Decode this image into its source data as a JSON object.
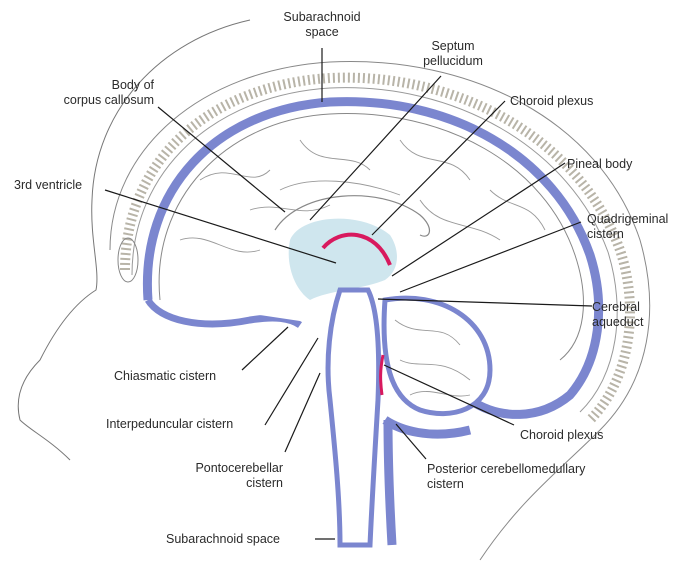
{
  "title": "Sagittal section of brain showing subarachnoid space and cisterns",
  "colors": {
    "csf_blue": "#7b86cf",
    "ventricle_light_blue": "#cfe6ee",
    "choroid_plexus_red": "#d8195e",
    "outline": "#6e6e6e",
    "leader_line": "#1a1a1a"
  },
  "labels": {
    "subarachnoid_space_top": [
      "Subarachnoid",
      "space"
    ],
    "septum_pellucidum": [
      "Septum",
      "pellucidum"
    ],
    "body_corpus_callosum": [
      "Body of",
      "corpus callosum"
    ],
    "choroid_plexus_top": "Choroid plexus",
    "pineal_body": "Pineal body",
    "third_ventricle": "3rd ventricle",
    "quadrigeminal_cistern": [
      "Quadrigeminal",
      "cistern"
    ],
    "cerebral_aqueduct": [
      "Cerebral",
      "aqueduct"
    ],
    "chiasmatic_cistern": "Chiasmatic cistern",
    "interpeduncular_cistern": "Interpeduncular cistern",
    "choroid_plexus_bottom": "Choroid plexus",
    "pontocerebellar_cistern": [
      "Pontocerebellar",
      "cistern"
    ],
    "posterior_cerebellomedullary_cistern": [
      "Posterior cerebellomedullary",
      "cistern"
    ],
    "subarachnoid_space_bottom": "Subarachnoid space"
  }
}
